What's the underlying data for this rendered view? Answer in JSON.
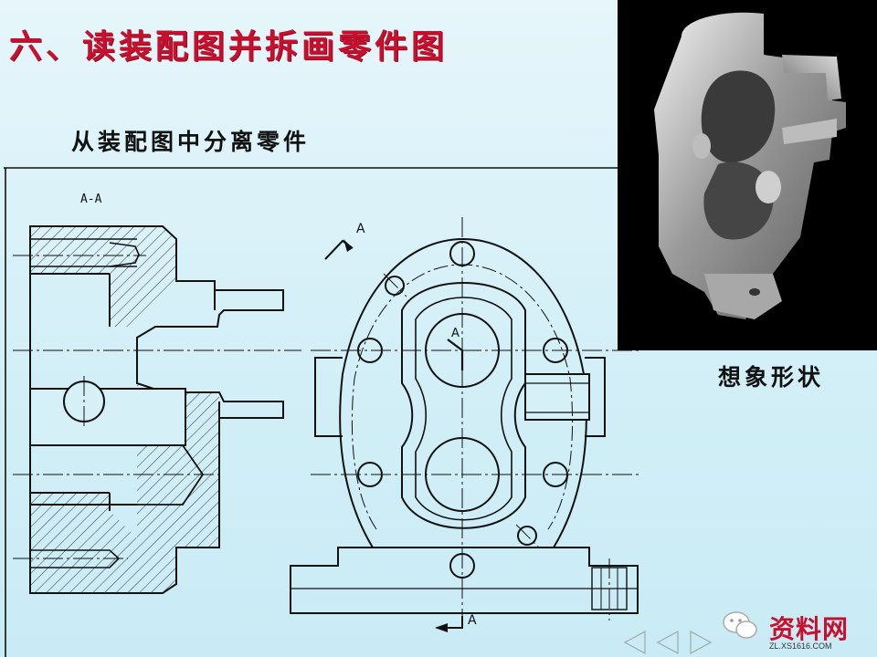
{
  "slide": {
    "title": "六、读装配图并拆画零件图",
    "subtitle": "从装配图中分离零件",
    "photo_caption": "想象形状"
  },
  "drawing": {
    "section_label": "A-A",
    "cut_mark_top": "A",
    "cut_mark_center": "A",
    "cut_mark_bottom": "A"
  },
  "watermark": {
    "brand": "资料网",
    "url": "ZL.XS1616.COM"
  },
  "colors": {
    "title": "#c8102e",
    "background": "#d6f0f8",
    "line": "#111111"
  }
}
